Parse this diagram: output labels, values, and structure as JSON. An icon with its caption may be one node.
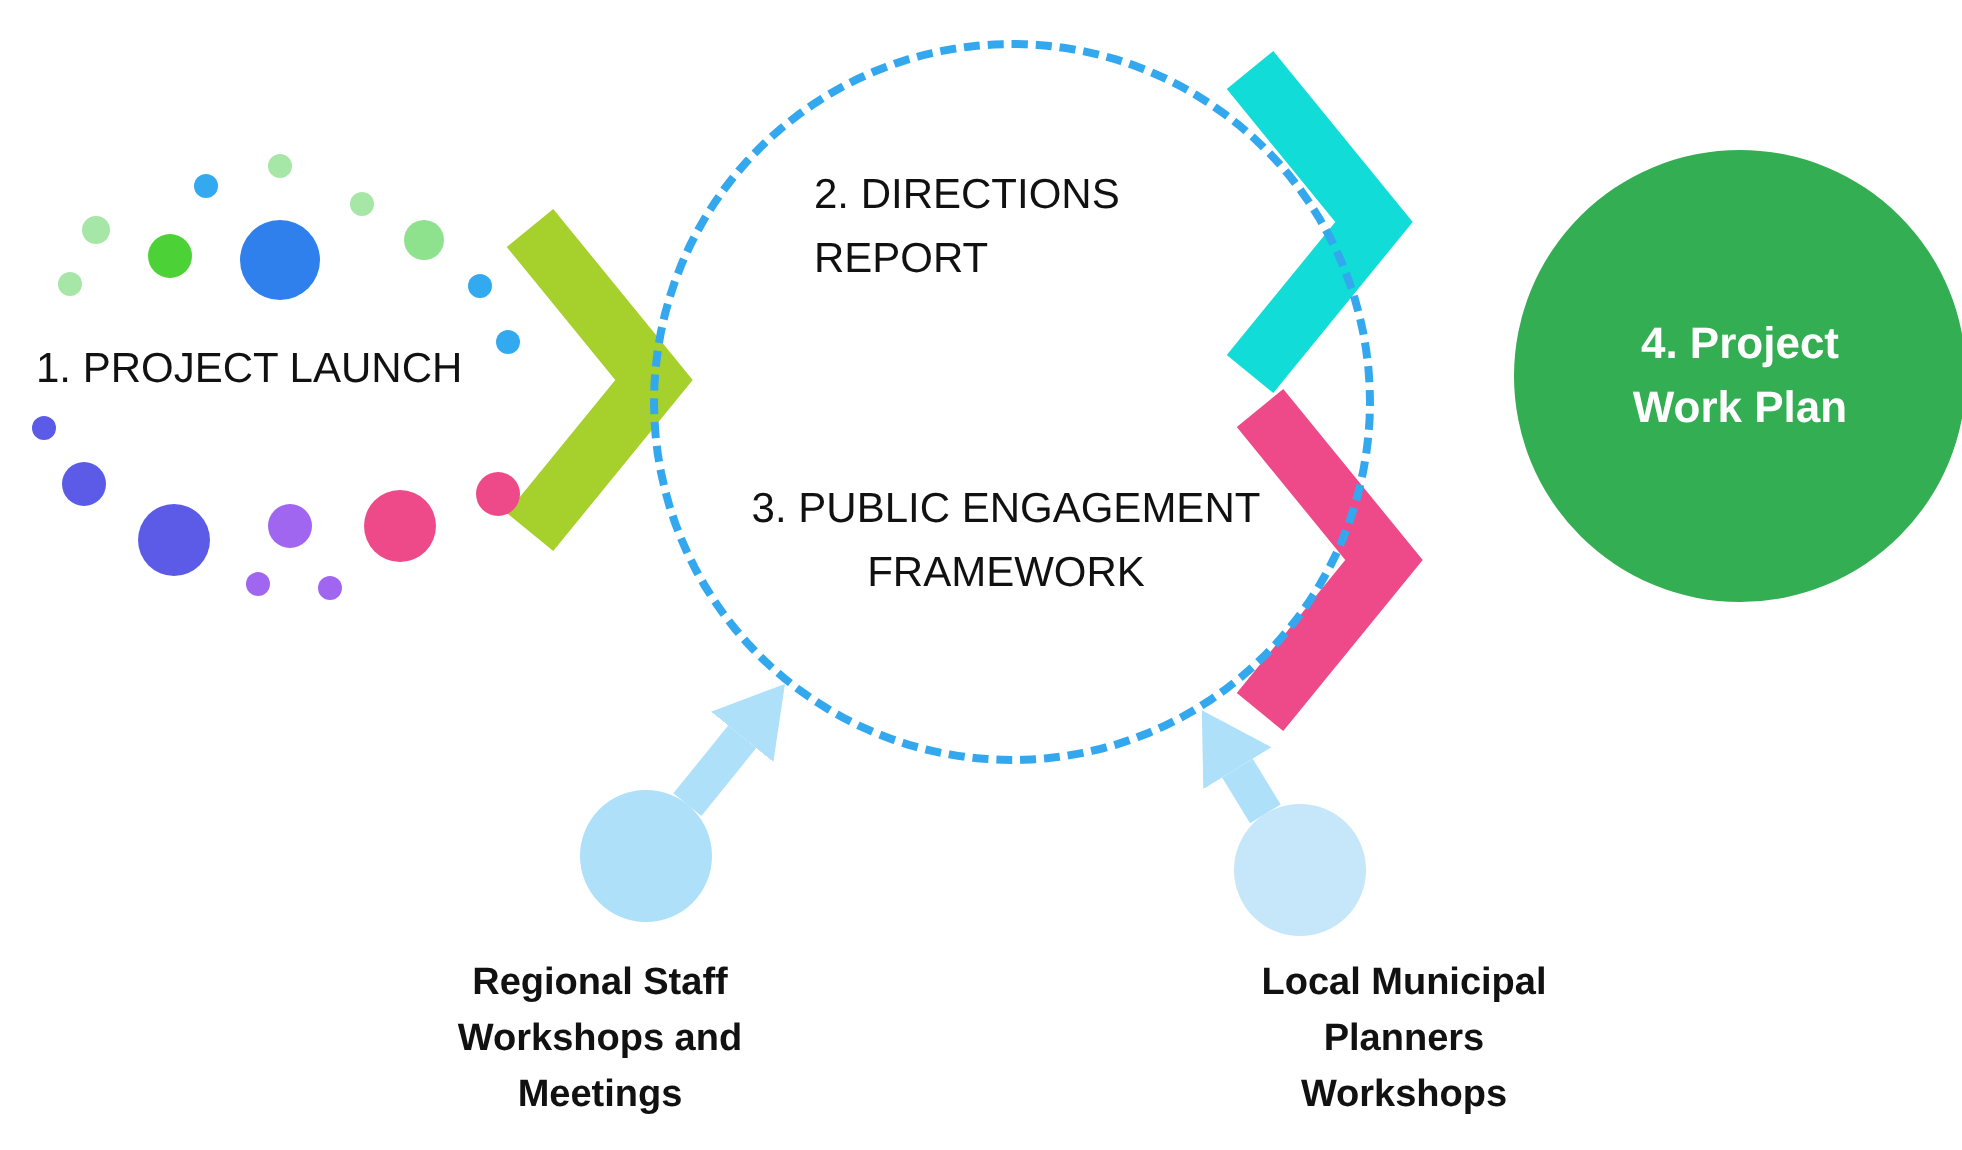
{
  "diagram": {
    "nodes": [
      {
        "text": [
          "1. PROJECT LAUNCH"
        ]
      },
      {
        "text": [],
        "shape": "circle"
      },
      {
        "text": [
          "2. DIRECTIONS REPORT"
        ],
        "in": 1
      },
      {
        "text": [
          "3. PUBLIC ENGAGEMENT FRAMEWORK"
        ],
        "in": 1
      },
      {
        "text": [
          "4. Project Work Plan"
        ]
      },
      {
        "text": [],
        "shape": "circle",
        "beside": [
          "Regional Staff Workshops and Meetings"
        ]
      },
      {
        "text": [],
        "shape": "circle",
        "beside": [
          "Local Municipal Planners Workshops"
        ]
      }
    ],
    "edges": [
      {
        "from": 0,
        "to": 1,
        "arrow": "to",
        "color": "#a6d02b"
      },
      {
        "from": 2,
        "to": 4,
        "arrow": "to",
        "color": "#12dcd8"
      },
      {
        "from": 3,
        "to": 4,
        "arrow": "to",
        "color": "#ee4a8a"
      },
      {
        "from": 5,
        "to": 1,
        "arrow": "to",
        "color": "#aee0fa"
      },
      {
        "from": 6,
        "to": 1,
        "arrow": "to",
        "color": "#aee0fa"
      }
    ]
  }
}
